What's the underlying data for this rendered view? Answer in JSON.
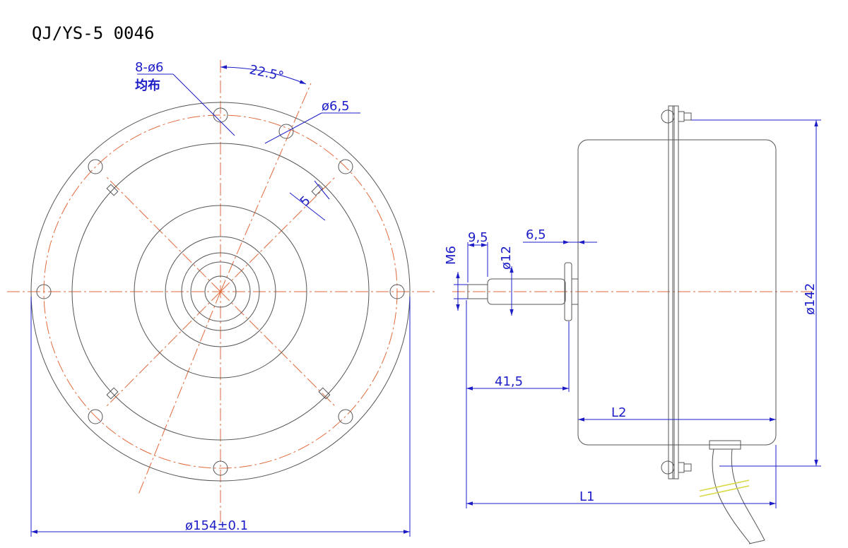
{
  "title": "QJ/YS-5 0046",
  "front_view": {
    "holes_label": "8-ø6",
    "holes_note": "均布",
    "angle_label": "22.5°",
    "small_hole_label": "ø6,5",
    "slot_label": "5",
    "diameter_label": "ø154±0.1"
  },
  "side_view": {
    "thread_label": "M6",
    "thread_length_label": "9,5",
    "shaft_diameter_label": "ø12",
    "boss_label": "6,5",
    "shaft_length_label": "41,5",
    "body_length_label": "L2",
    "overall_length_label": "L1",
    "body_diameter_label": "ø142"
  },
  "colors": {
    "outline": "#555555",
    "centerline": "#e06a3c",
    "dimension": "#1d1dc8"
  }
}
